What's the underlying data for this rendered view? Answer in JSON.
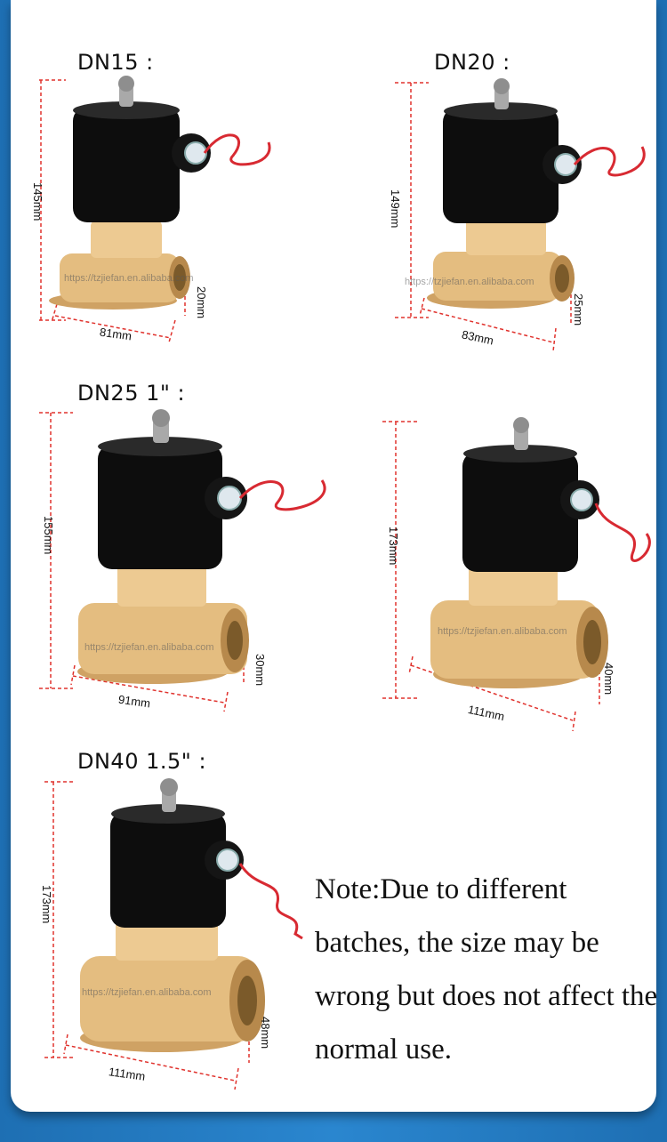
{
  "sections": [
    {
      "label": "DN15 :",
      "height": "145mm",
      "length": "81mm",
      "port": "20mm"
    },
    {
      "label": "DN20 :",
      "height": "149mm",
      "length": "83mm",
      "port": "25mm"
    },
    {
      "label": "DN25 1\" :",
      "height": "155mm",
      "length": "91mm",
      "port": "30mm"
    },
    {
      "label": "",
      "height": "173mm",
      "length": "111mm",
      "port": "40mm"
    },
    {
      "label": "DN40 1.5\" :",
      "height": "173mm",
      "length": "111mm",
      "port": "48mm"
    }
  ],
  "watermarks": [
    "https://tzjiefan.en.alibaba.com",
    "https://tzjiefan.en.alibaba.com",
    "https://tzjiefan.en.alibaba.com",
    "https://tzjiefan.en.alibaba.com",
    "https://tzjiefan.en.alibaba.com"
  ],
  "note": {
    "text": "Note:Due to different batches, the size may be wrong but does not affect the normal use."
  },
  "colors": {
    "background": "#2a86cf",
    "coil": "#0b0b0b",
    "brass": "#e2b978",
    "wire": "#d82a32",
    "dim_line": "#e0322d"
  }
}
